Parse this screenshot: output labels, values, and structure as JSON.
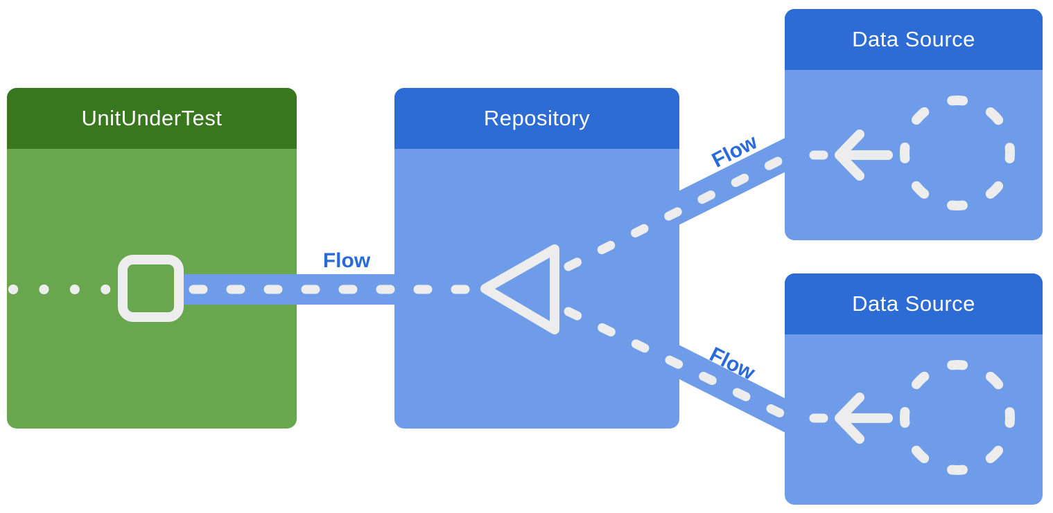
{
  "diagram": {
    "description": "Architecture testing diagram: UnitUnderTest collects a Flow from a Repository that merges Flows from two Data Sources",
    "boxes": [
      {
        "id": "unit-under-test",
        "title": "UnitUnderTest",
        "header_color": "#39771e",
        "body_color": "#68a74e"
      },
      {
        "id": "repository",
        "title": "Repository",
        "header_color": "#2d6bd5",
        "body_color": "#6f9ce9"
      },
      {
        "id": "data-source-top",
        "title": "Data Source",
        "header_color": "#2d6bd5",
        "body_color": "#6f9ce9"
      },
      {
        "id": "data-source-bottom",
        "title": "Data Source",
        "header_color": "#2d6bd5",
        "body_color": "#6f9ce9"
      }
    ],
    "flow_labels": [
      {
        "id": "flow-left",
        "text": "Flow"
      },
      {
        "id": "flow-top-right",
        "text": "Flow"
      },
      {
        "id": "flow-bottom-right",
        "text": "Flow"
      }
    ],
    "icons": [
      "square-outline-icon",
      "triangle-outline-icon",
      "arrow-left-icon",
      "dashed-circle-icon"
    ],
    "colors": {
      "background": "#ffffff",
      "green_header": "#39771e",
      "green_body": "#68a74e",
      "blue_header": "#2d6bd5",
      "blue_body": "#6f9ce9",
      "flow_band": "#6f9ce9",
      "flow_dash": "#ededed",
      "flow_label_text": "#2a6bd9",
      "title_text": "#ffffff"
    }
  }
}
